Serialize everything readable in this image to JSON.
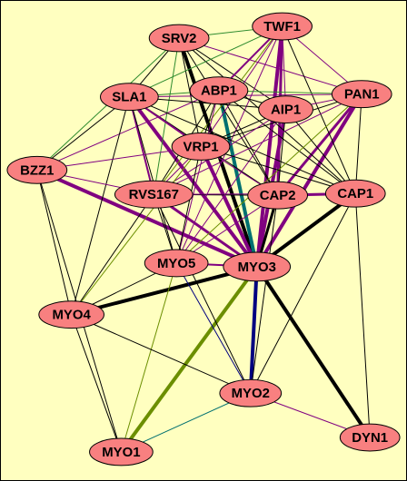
{
  "background": "#ffffc0",
  "node_fill": "#f88080",
  "nodes": [
    {
      "id": "SRV2",
      "label": "SRV2"
    },
    {
      "id": "TWF1",
      "label": "TWF1"
    },
    {
      "id": "ABP1",
      "label": "ABP1"
    },
    {
      "id": "SLA1",
      "label": "SLA1"
    },
    {
      "id": "PAN1",
      "label": "PAN1"
    },
    {
      "id": "AIP1",
      "label": "AIP1"
    },
    {
      "id": "VRP1",
      "label": "VRP1"
    },
    {
      "id": "BZZ1",
      "label": "BZZ1"
    },
    {
      "id": "RVS167",
      "label": "RVS167"
    },
    {
      "id": "CAP2",
      "label": "CAP2"
    },
    {
      "id": "CAP1",
      "label": "CAP1"
    },
    {
      "id": "MYO5",
      "label": "MYO5"
    },
    {
      "id": "MYO3",
      "label": "MYO3"
    },
    {
      "id": "MYO4",
      "label": "MYO4"
    },
    {
      "id": "MYO2",
      "label": "MYO2"
    },
    {
      "id": "DYN1",
      "label": "DYN1"
    },
    {
      "id": "MYO1",
      "label": "MYO1"
    }
  ],
  "edges": [
    {
      "from": "MYO3",
      "to": "MYO1",
      "color": "#6b8e00",
      "width": 4
    },
    {
      "from": "MYO3",
      "to": "MYO2",
      "color": "#000080",
      "width": 4
    },
    {
      "from": "MYO3",
      "to": "DYN1",
      "color": "#000000",
      "width": 4
    },
    {
      "from": "MYO3",
      "to": "MYO4",
      "color": "#000000",
      "width": 4
    },
    {
      "from": "MYO3",
      "to": "CAP1",
      "color": "#000000",
      "width": 4
    },
    {
      "from": "MYO3",
      "to": "SRV2",
      "color": "#000000",
      "width": 4
    },
    {
      "from": "MYO3",
      "to": "ABP1",
      "color": "#007070",
      "width": 4
    },
    {
      "from": "MYO3",
      "to": "SLA1",
      "color": "#800080",
      "width": 4
    },
    {
      "from": "MYO3",
      "to": "BZZ1",
      "color": "#800080",
      "width": 4
    },
    {
      "from": "MYO3",
      "to": "VRP1",
      "color": "#800080",
      "width": 4
    },
    {
      "from": "MYO3",
      "to": "TWF1",
      "color": "#800080",
      "width": 4
    },
    {
      "from": "MYO3",
      "to": "AIP1",
      "color": "#800080",
      "width": 4
    },
    {
      "from": "MYO3",
      "to": "PAN1",
      "color": "#800080",
      "width": 4
    },
    {
      "from": "MYO3",
      "to": "CAP2",
      "color": "#000000",
      "width": 3
    },
    {
      "from": "MYO3",
      "to": "RVS167",
      "color": "#800080",
      "width": 3
    },
    {
      "from": "MYO3",
      "to": "MYO5",
      "color": "#800080",
      "width": 2
    },
    {
      "from": "CAP2",
      "to": "CAP1",
      "color": "#800080",
      "width": 3
    },
    {
      "from": "CAP2",
      "to": "TWF1",
      "color": "#800080",
      "width": 3
    },
    {
      "from": "CAP2",
      "to": "PAN1",
      "color": "#800080",
      "width": 3
    },
    {
      "from": "CAP2",
      "to": "SRV2",
      "color": "#000000",
      "width": 1
    },
    {
      "from": "CAP2",
      "to": "SLA1",
      "color": "#000000",
      "width": 1
    },
    {
      "from": "CAP2",
      "to": "VRP1",
      "color": "#800080",
      "width": 1
    },
    {
      "from": "CAP2",
      "to": "RVS167",
      "color": "#000000",
      "width": 1
    },
    {
      "from": "CAP2",
      "to": "ABP1",
      "color": "#000000",
      "width": 1
    },
    {
      "from": "CAP2",
      "to": "AIP1",
      "color": "#000000",
      "width": 1
    },
    {
      "from": "CAP2",
      "to": "MYO5",
      "color": "#800080",
      "width": 1
    },
    {
      "from": "CAP2",
      "to": "MYO2",
      "color": "#000000",
      "width": 1
    },
    {
      "from": "SRV2",
      "to": "TWF1",
      "color": "#2e8b2e",
      "width": 1
    },
    {
      "from": "SRV2",
      "to": "SLA1",
      "color": "#000000",
      "width": 1
    },
    {
      "from": "SRV2",
      "to": "PAN1",
      "color": "#800080",
      "width": 1
    },
    {
      "from": "SRV2",
      "to": "AIP1",
      "color": "#000000",
      "width": 1
    },
    {
      "from": "SRV2",
      "to": "BZZ1",
      "color": "#2e8b2e",
      "width": 1
    },
    {
      "from": "SRV2",
      "to": "CAP1",
      "color": "#000000",
      "width": 1
    },
    {
      "from": "SRV2",
      "to": "RVS167",
      "color": "#2e8b2e",
      "width": 1
    },
    {
      "from": "SRV2",
      "to": "VRP1",
      "color": "#000000",
      "width": 1
    },
    {
      "from": "TWF1",
      "to": "ABP1",
      "color": "#800080",
      "width": 2
    },
    {
      "from": "TWF1",
      "to": "SLA1",
      "color": "#2e8b2e",
      "width": 1
    },
    {
      "from": "TWF1",
      "to": "PAN1",
      "color": "#800080",
      "width": 1
    },
    {
      "from": "TWF1",
      "to": "AIP1",
      "color": "#800080",
      "width": 1
    },
    {
      "from": "TWF1",
      "to": "VRP1",
      "color": "#800080",
      "width": 1
    },
    {
      "from": "TWF1",
      "to": "RVS167",
      "color": "#6b8e00",
      "width": 1
    },
    {
      "from": "TWF1",
      "to": "CAP1",
      "color": "#000000",
      "width": 1
    },
    {
      "from": "TWF1",
      "to": "MYO5",
      "color": "#800080",
      "width": 1
    },
    {
      "from": "ABP1",
      "to": "SLA1",
      "color": "#2e8b2e",
      "width": 1
    },
    {
      "from": "ABP1",
      "to": "PAN1",
      "color": "#2e8b2e",
      "width": 1
    },
    {
      "from": "ABP1",
      "to": "AIP1",
      "color": "#000000",
      "width": 1
    },
    {
      "from": "ABP1",
      "to": "VRP1",
      "color": "#000000",
      "width": 1
    },
    {
      "from": "ABP1",
      "to": "RVS167",
      "color": "#000000",
      "width": 1
    },
    {
      "from": "ABP1",
      "to": "BZZ1",
      "color": "#800080",
      "width": 1
    },
    {
      "from": "ABP1",
      "to": "MYO5",
      "color": "#800080",
      "width": 1
    },
    {
      "from": "ABP1",
      "to": "CAP1",
      "color": "#000000",
      "width": 1
    },
    {
      "from": "SLA1",
      "to": "PAN1",
      "color": "#800080",
      "width": 1
    },
    {
      "from": "SLA1",
      "to": "AIP1",
      "color": "#000000",
      "width": 1
    },
    {
      "from": "SLA1",
      "to": "VRP1",
      "color": "#800080",
      "width": 2
    },
    {
      "from": "SLA1",
      "to": "BZZ1",
      "color": "#000000",
      "width": 1
    },
    {
      "from": "SLA1",
      "to": "RVS167",
      "color": "#800080",
      "width": 2
    },
    {
      "from": "SLA1",
      "to": "MYO5",
      "color": "#000000",
      "width": 1
    },
    {
      "from": "SLA1",
      "to": "MYO4",
      "color": "#000000",
      "width": 1
    },
    {
      "from": "SLA1",
      "to": "CAP1",
      "color": "#000000",
      "width": 1
    },
    {
      "from": "PAN1",
      "to": "AIP1",
      "color": "#800080",
      "width": 1
    },
    {
      "from": "PAN1",
      "to": "VRP1",
      "color": "#000000",
      "width": 1
    },
    {
      "from": "PAN1",
      "to": "RVS167",
      "color": "#800080",
      "width": 1
    },
    {
      "from": "PAN1",
      "to": "CAP1",
      "color": "#000000",
      "width": 1
    },
    {
      "from": "PAN1",
      "to": "MYO5",
      "color": "#6b8e00",
      "width": 1
    },
    {
      "from": "AIP1",
      "to": "VRP1",
      "color": "#000000",
      "width": 1
    },
    {
      "from": "AIP1",
      "to": "RVS167",
      "color": "#800080",
      "width": 1
    },
    {
      "from": "AIP1",
      "to": "CAP1",
      "color": "#000000",
      "width": 1
    },
    {
      "from": "AIP1",
      "to": "MYO5",
      "color": "#800080",
      "width": 1
    },
    {
      "from": "VRP1",
      "to": "BZZ1",
      "color": "#800080",
      "width": 1
    },
    {
      "from": "VRP1",
      "to": "RVS167",
      "color": "#800080",
      "width": 1
    },
    {
      "from": "VRP1",
      "to": "MYO5",
      "color": "#000000",
      "width": 1
    },
    {
      "from": "VRP1",
      "to": "MYO4",
      "color": "#6b8e00",
      "width": 1
    },
    {
      "from": "VRP1",
      "to": "CAP1",
      "color": "#000000",
      "width": 1
    },
    {
      "from": "BZZ1",
      "to": "RVS167",
      "color": "#800080",
      "width": 1
    },
    {
      "from": "BZZ1",
      "to": "MYO4",
      "color": "#000000",
      "width": 1
    },
    {
      "from": "BZZ1",
      "to": "MYO1",
      "color": "#000000",
      "width": 1
    },
    {
      "from": "RVS167",
      "to": "MYO5",
      "color": "#000000",
      "width": 1
    },
    {
      "from": "RVS167",
      "to": "MYO4",
      "color": "#000000",
      "width": 1
    },
    {
      "from": "RVS167",
      "to": "CAP1",
      "color": "#800080",
      "width": 1
    },
    {
      "from": "RVS167",
      "to": "MYO2",
      "color": "#000000",
      "width": 1
    },
    {
      "from": "MYO5",
      "to": "MYO4",
      "color": "#000000",
      "width": 1
    },
    {
      "from": "MYO5",
      "to": "MYO1",
      "color": "#6b8e00",
      "width": 1
    },
    {
      "from": "MYO5",
      "to": "MYO2",
      "color": "#000080",
      "width": 1
    },
    {
      "from": "MYO4",
      "to": "MYO1",
      "color": "#000000",
      "width": 1
    },
    {
      "from": "MYO4",
      "to": "MYO2",
      "color": "#000000",
      "width": 1
    },
    {
      "from": "MYO2",
      "to": "MYO1",
      "color": "#007070",
      "width": 1
    },
    {
      "from": "MYO2",
      "to": "DYN1",
      "color": "#800080",
      "width": 1
    },
    {
      "from": "CAP1",
      "to": "MYO2",
      "color": "#000000",
      "width": 1
    },
    {
      "from": "CAP1",
      "to": "DYN1",
      "color": "#000000",
      "width": 1
    }
  ]
}
